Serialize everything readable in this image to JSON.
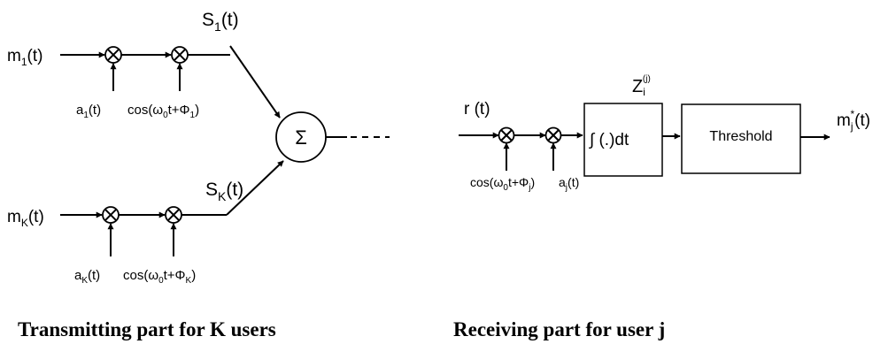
{
  "transmitter": {
    "user1": {
      "input": {
        "base": "m",
        "sub": "1",
        "tail": "(t)"
      },
      "code": {
        "base": "a",
        "sub": "1",
        "tail": "(t)"
      },
      "carrier": {
        "pre": "cos(ω",
        "sub1": "0",
        "mid": "t+Φ",
        "sub2": "1",
        "post": ")"
      },
      "output": {
        "base": "S",
        "sub": "1",
        "tail": "(t)"
      }
    },
    "userK": {
      "input": {
        "base": "m",
        "sub": "K",
        "tail": "(t)"
      },
      "code": {
        "base": "a",
        "sub": "K",
        "tail": "(t)"
      },
      "carrier": {
        "pre": "cos(ω",
        "sub1": "0",
        "mid": "t+Φ",
        "sub2": "K",
        "post": ")"
      },
      "output": {
        "base": "S",
        "sub": "K",
        "tail": "(t)"
      }
    },
    "sum_symbol": "Σ",
    "caption": "Transmitting part for K users"
  },
  "receiver": {
    "input": "r (t)",
    "carrier": {
      "pre": "cos(ω",
      "sub1": "0",
      "mid": "t+Φ",
      "sub2": "j",
      "post": ")"
    },
    "code": {
      "base": "a",
      "sub": "j",
      "tail": "(t)"
    },
    "integrator": "∫ (.)dt",
    "statistic": {
      "base": "Z",
      "sub": "i",
      "sup": "(j)"
    },
    "threshold": "Threshold",
    "output": {
      "base": "m",
      "sub": "j",
      "sup": "*",
      "tail": "(t)"
    },
    "caption": "Receiving part for user j"
  }
}
